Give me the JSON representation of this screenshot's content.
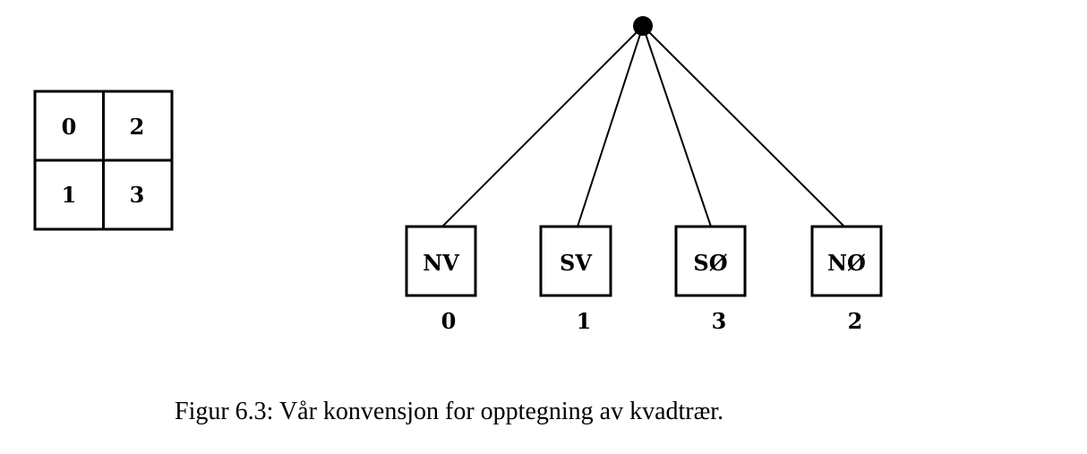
{
  "grid": {
    "cells": [
      {
        "label": "0"
      },
      {
        "label": "2"
      },
      {
        "label": "1"
      },
      {
        "label": "3"
      }
    ]
  },
  "tree": {
    "children": [
      {
        "box_label": "NV",
        "index_label": "0"
      },
      {
        "box_label": "SV",
        "index_label": "1"
      },
      {
        "box_label": "SØ",
        "index_label": "3"
      },
      {
        "box_label": "NØ",
        "index_label": "2"
      }
    ]
  },
  "caption": "Figur 6.3: Vår konvensjon for opptegning av kvadtrær."
}
